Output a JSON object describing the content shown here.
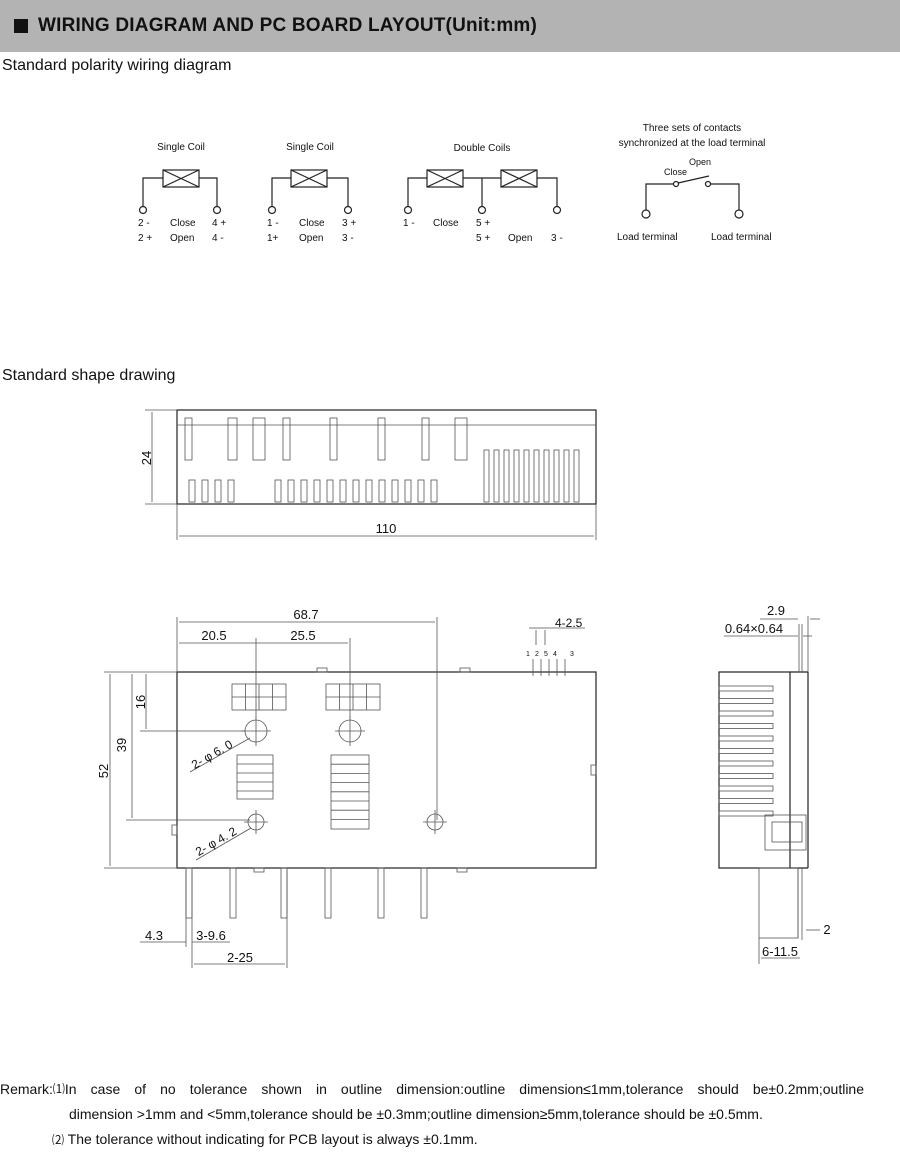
{
  "header": {
    "title": "WIRING DIAGRAM AND PC BOARD LAYOUT(Unit:mm)"
  },
  "sections": {
    "wiring": "Standard polarity wiring diagram",
    "shape": "Standard shape drawing"
  },
  "wiring": {
    "single1": {
      "title": "Single Coil",
      "r1": [
        "2 -",
        "Close",
        "4 +"
      ],
      "r2": [
        "2 +",
        "Open",
        "4 -"
      ]
    },
    "single2": {
      "title": "Single Coil",
      "r1": [
        "1 -",
        "Close",
        "3 +"
      ],
      "r2": [
        "1+",
        "Open",
        "3 -"
      ]
    },
    "double": {
      "title": "Double Coils",
      "r1": [
        "1 -",
        "Close",
        "5 +"
      ],
      "r2": [
        "5 +",
        "Open",
        "3 -"
      ]
    },
    "contacts": {
      "title1": "Three sets of contacts",
      "title2": "synchronized at the load terminal",
      "open": "Open",
      "close": "Close",
      "load_left": "Load terminal",
      "load_right": "Load terminal"
    }
  },
  "dims": {
    "top_height": "24",
    "top_width": "110",
    "d68": "68.7",
    "d20": "20.5",
    "d25": "25.5",
    "d4_25": "4-2.5",
    "pins": [
      "1",
      "2",
      "5",
      "4",
      "3"
    ],
    "d52": "52",
    "d39": "39",
    "d16": "16",
    "phi6": "2- φ 6. 0",
    "phi4": "2- φ 4. 2",
    "d43": "4.3",
    "d396": "3-9.6",
    "d225": "2-25",
    "d29": "2.9",
    "d064": "0.64×0.64",
    "d2": "2",
    "d6115": "6-11.5"
  },
  "remarks": {
    "label": "Remark:",
    "n1": "⑴",
    "line1": "In case of no tolerance shown in outline dimension:outline dimension≤1mm,tolerance should be±0.2mm;outline",
    "line2": "dimension >1mm and <5mm,tolerance should be ±0.3mm;outline dimension≥5mm,tolerance should be ±0.5mm.",
    "n2": "⑵",
    "line3": "The tolerance without indicating for PCB layout is always ±0.1mm."
  }
}
